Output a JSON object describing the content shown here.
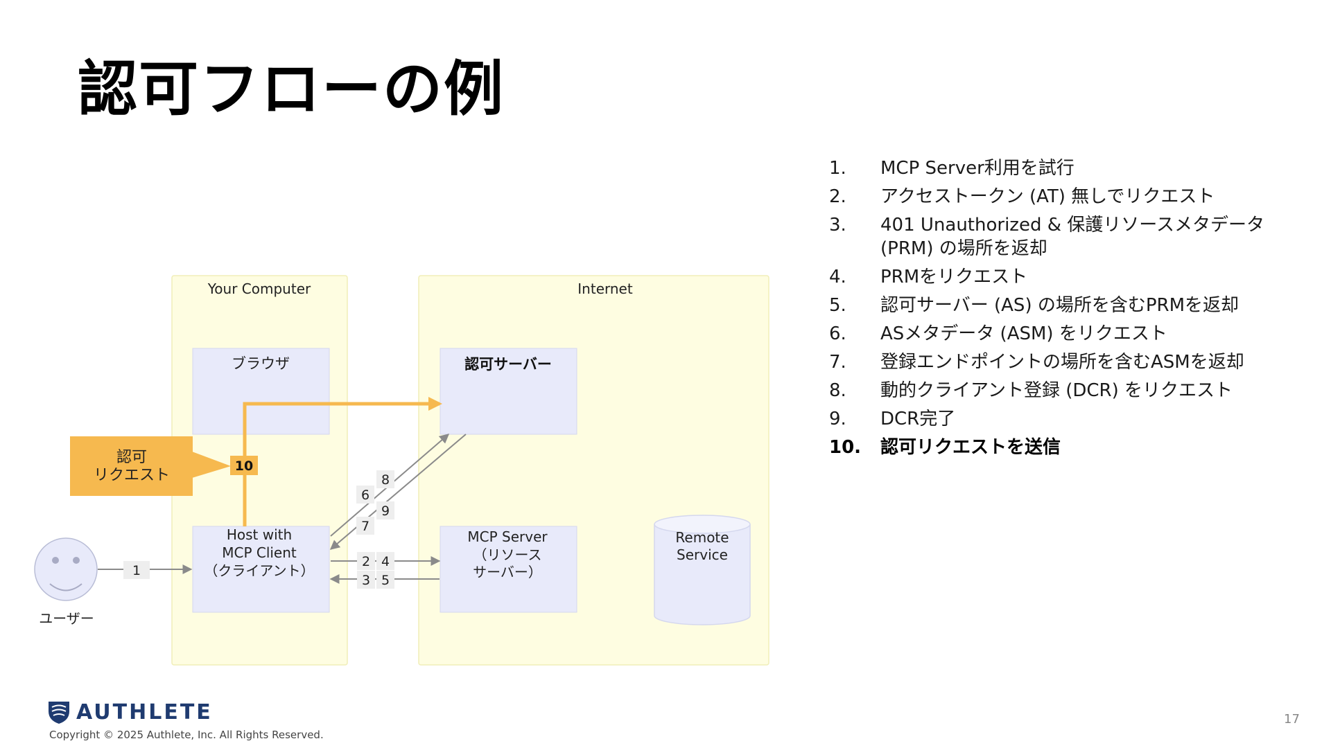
{
  "slide": {
    "title": "認可フローの例",
    "page_number": "17"
  },
  "diagram": {
    "zones": {
      "your_computer": "Your Computer",
      "internet": "Internet"
    },
    "nodes": {
      "browser": "ブラウザ",
      "auth_server": "認可サーバー",
      "host_client": [
        "Host with",
        "MCP Client",
        "（クライアント）"
      ],
      "mcp_server": [
        "MCP Server",
        "（リソース",
        "サーバー）"
      ],
      "remote_service": [
        "Remote",
        "Service"
      ],
      "user": "ユーザー"
    },
    "callout": [
      "認可",
      "リクエスト"
    ],
    "step_labels": {
      "s1": "1",
      "s2": "2",
      "s3": "3",
      "s4": "4",
      "s5": "5",
      "s6": "6",
      "s7": "7",
      "s8": "8",
      "s9": "9",
      "s10": "10"
    },
    "colors": {
      "zone_fill": "#fefde1",
      "node_fill": "#e8eafa",
      "accent": "#f6b94f",
      "arrow": "#8a8a8a",
      "label_fill": "#eeeeee"
    }
  },
  "steps": [
    {
      "num": "1.",
      "lines": [
        "MCP Server利用を試行"
      ]
    },
    {
      "num": "2.",
      "lines": [
        "アクセストークン (AT) 無しでリクエスト"
      ]
    },
    {
      "num": "3.",
      "lines": [
        "401 Unauthorized & 保護リソースメタデータ",
        "(PRM) の場所を返却"
      ]
    },
    {
      "num": "4.",
      "lines": [
        "PRMをリクエスト"
      ]
    },
    {
      "num": "5.",
      "lines": [
        "認可サーバー (AS) の場所を含むPRMを返却"
      ]
    },
    {
      "num": "6.",
      "lines": [
        "ASメタデータ (ASM) をリクエスト"
      ]
    },
    {
      "num": "7.",
      "lines": [
        "登録エンドポイントの場所を含むASMを返却"
      ]
    },
    {
      "num": "8.",
      "lines": [
        "動的クライアント登録 (DCR) をリクエスト"
      ]
    },
    {
      "num": "9.",
      "lines": [
        "DCR完了"
      ]
    },
    {
      "num": "10.",
      "lines": [
        "認可リクエストを送信"
      ],
      "highlight": true
    }
  ],
  "footer": {
    "logo_text": "AUTHLETE",
    "copyright": "Copyright © 2025 Authlete, Inc. All Rights Reserved."
  }
}
